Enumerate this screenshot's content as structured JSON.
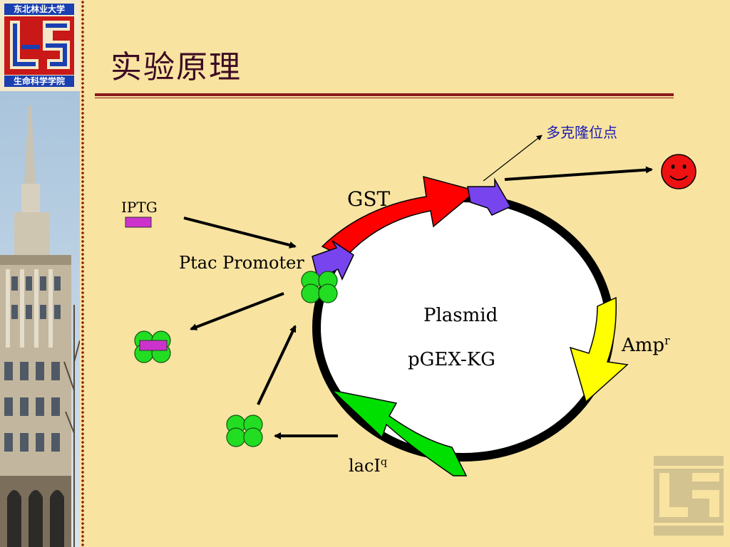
{
  "logo": {
    "top_text": "东北林业大学",
    "bottom_text": "生命科学学院"
  },
  "slide": {
    "title": "实验原理"
  },
  "labels": {
    "gst": "GST",
    "iptg": "IPTG",
    "ptac": "Ptac Promoter",
    "plasmid": "Plasmid",
    "pgex": "pGEX-KG",
    "amp": "Amp",
    "amp_sup": "r",
    "laci": "lacI",
    "laci_sup": "q",
    "mcs": "多克隆位点"
  },
  "colors": {
    "gst": "#ff0000",
    "ampr": "#ffff00",
    "laci": "#00e000",
    "promoter": "#7744ee",
    "repressor": "#22dd22",
    "iptg": "#cc33cc",
    "smiley": "#ee1111",
    "title": "#3d0b24",
    "rule": "#8b1a1a",
    "background": "#f8e3a1"
  },
  "icons": {
    "product": "smiley-face-icon",
    "repressor": "tetramer-protein-icon"
  }
}
